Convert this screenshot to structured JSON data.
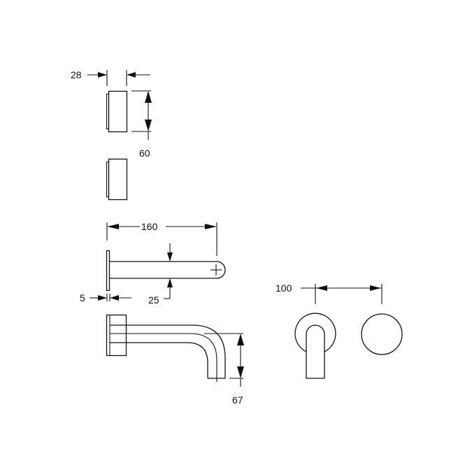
{
  "diagram": {
    "type": "technical-dimension-drawing",
    "subject": "wall-mounted basin mixer with spout",
    "line_color": "#111111",
    "background": "#ffffff",
    "dimensions": {
      "handle_depth": "28",
      "handle_height": "60",
      "spout_length": "160",
      "plate_thickness": "5",
      "spout_thickness": "25",
      "spout_drop": "67",
      "centre_spacing": "100"
    }
  }
}
